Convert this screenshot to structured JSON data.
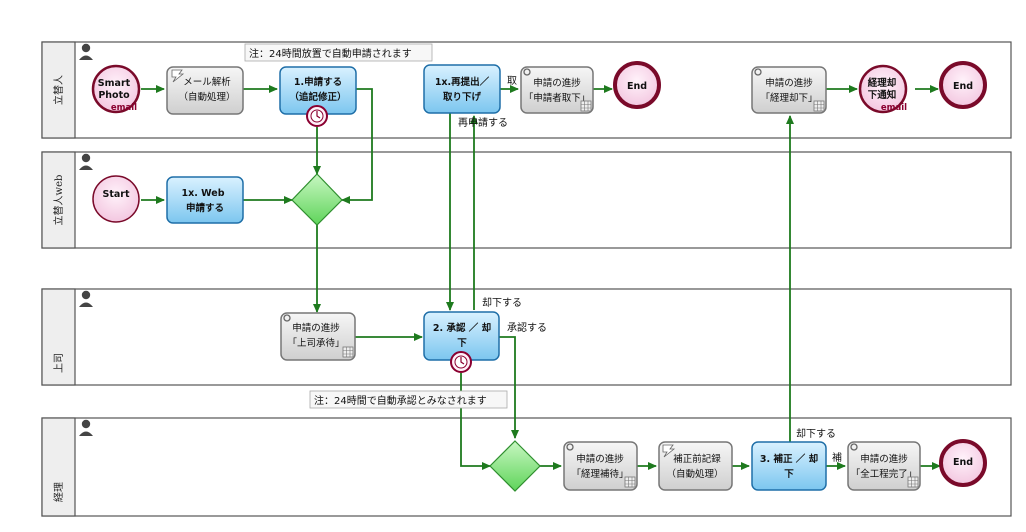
{
  "colors": {
    "lane_border": "#555555",
    "lane_header": "#eeeeee",
    "task_fill": "#9fd6f5",
    "task_stroke": "#1f6fa8",
    "auto_fill": "#dcdcdc",
    "auto_stroke": "#777777",
    "event_fill": "#f6d6ea",
    "event_stroke": "#7a0a2a",
    "gateway_fill": "#7fe07a",
    "gateway_stroke": "#2f8f2f",
    "flow": "#1e7a1e"
  },
  "lanes": [
    {
      "label": "立替人"
    },
    {
      "label": "立替人web"
    },
    {
      "label": "上司"
    },
    {
      "label": "経理"
    }
  ],
  "events": {
    "smart_photo": {
      "line1": "Smart",
      "line2": "Photo",
      "sub": "email"
    },
    "end1": {
      "label": "End"
    },
    "rej_notify": {
      "line1": "経理却",
      "line2": "下通知",
      "sub": "email"
    },
    "end2": {
      "label": "End"
    },
    "start": {
      "label": "Start"
    },
    "end3": {
      "label": "End"
    }
  },
  "tasks": {
    "mail_parse": {
      "line1": "メール解析",
      "line2": "（自動処理）"
    },
    "apply": {
      "line1": "1.申請する",
      "line2": "（追記修正）"
    },
    "resubmit": {
      "line1": "1x.再提出／",
      "line2": "取り下げ"
    },
    "prog_withdraw": {
      "line1": "申請の進捗",
      "line2": "「申請者取下」"
    },
    "prog_reject": {
      "line1": "申請の進捗",
      "line2": "「経理却下」"
    },
    "web_apply": {
      "line1": "1x. Web",
      "line2": "申請する"
    },
    "prog_boss": {
      "line1": "申請の進捗",
      "line2": "「上司承待」"
    },
    "approve": {
      "line1": "2. 承認 ／ 却",
      "line2": "下"
    },
    "prog_acct": {
      "line1": "申請の進捗",
      "line2": "「経理補待」"
    },
    "pre_record": {
      "line1": "補正前記録",
      "line2": "（自動処理）"
    },
    "correct": {
      "line1": "3. 補正 ／ 却",
      "line2": "下"
    },
    "prog_done": {
      "line1": "申請の進捗",
      "line2": "「全工程完了」"
    }
  },
  "notes": {
    "note1": "注：24時間放置で自動申請されます",
    "note2": "注：24時間で自動承認とみなされます"
  },
  "flow_labels": {
    "withdraw": "取",
    "reapply": "再申請する",
    "reject1": "却下する",
    "approve": "承認する",
    "reject2": "却下する",
    "correct_short": "補"
  }
}
